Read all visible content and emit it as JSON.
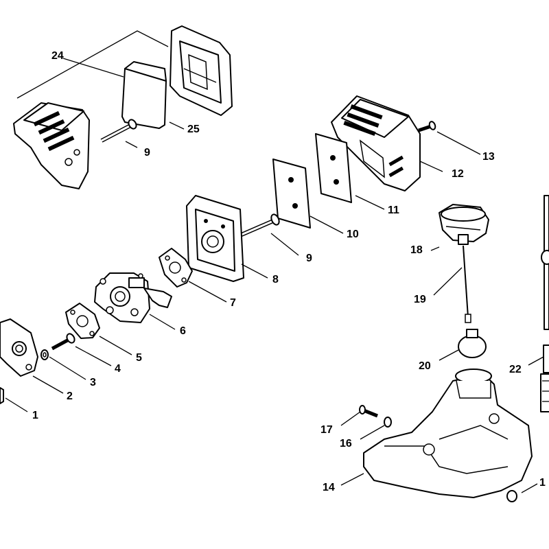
{
  "callouts": {
    "c1": "1",
    "c2": "2",
    "c3": "3",
    "c4": "4",
    "c5": "5",
    "c6": "6",
    "c7": "7",
    "c8": "8",
    "c9a": "9",
    "c9b": "9",
    "c10": "10",
    "c11": "11",
    "c12": "12",
    "c13": "13",
    "c14": "14",
    "c16": "16",
    "c17": "17",
    "c18": "18",
    "c19": "19",
    "c20": "20",
    "c22": "22",
    "c24": "24",
    "c25": "25",
    "c15partial": "1"
  }
}
